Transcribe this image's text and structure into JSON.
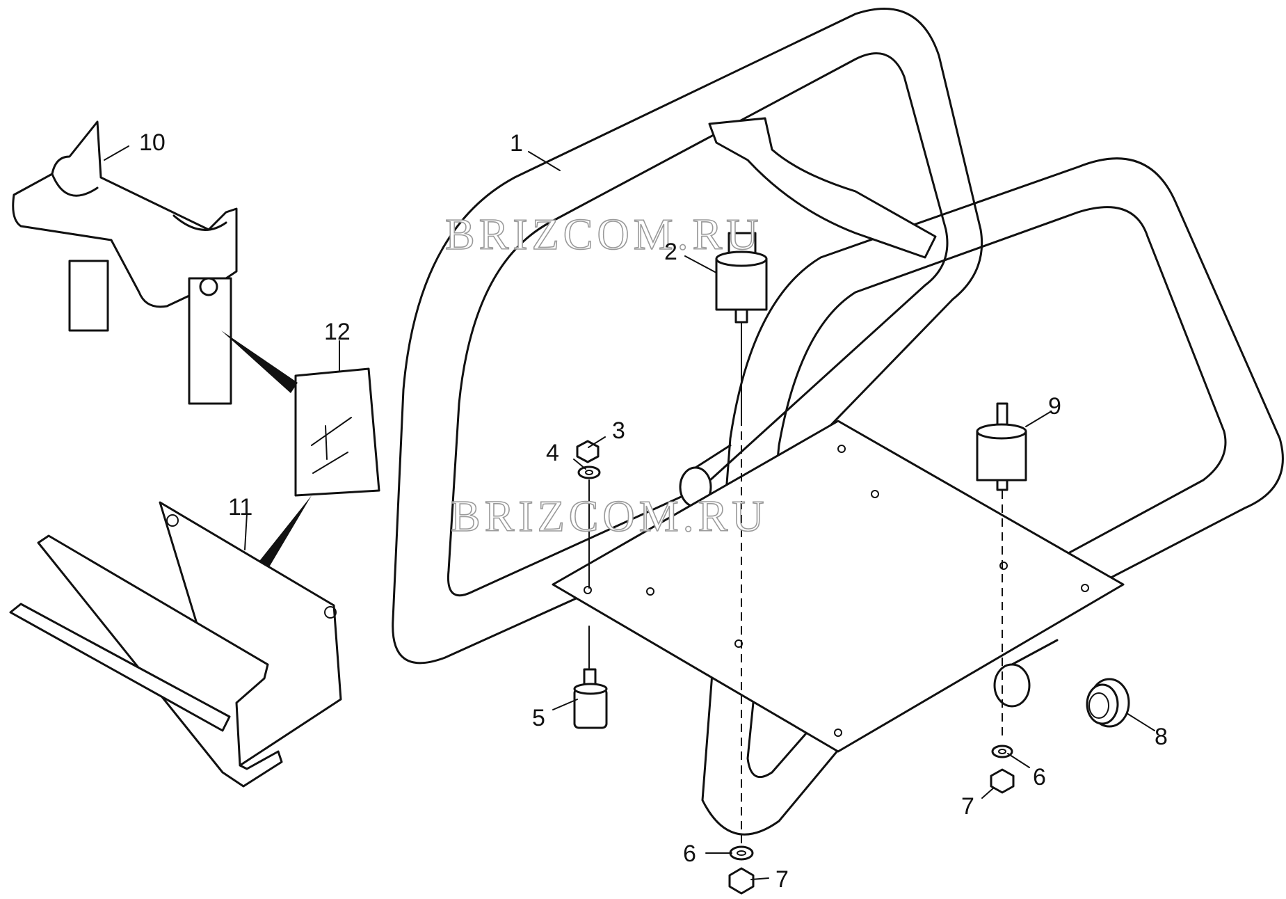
{
  "callouts": [
    {
      "id": "1",
      "text": "1"
    },
    {
      "id": "2",
      "text": "2"
    },
    {
      "id": "3",
      "text": "3"
    },
    {
      "id": "4",
      "text": "4"
    },
    {
      "id": "5",
      "text": "5"
    },
    {
      "id": "6a",
      "text": "6"
    },
    {
      "id": "6b",
      "text": "6"
    },
    {
      "id": "7a",
      "text": "7"
    },
    {
      "id": "7b",
      "text": "7"
    },
    {
      "id": "8",
      "text": "8"
    },
    {
      "id": "9",
      "text": "9"
    },
    {
      "id": "10",
      "text": "10"
    },
    {
      "id": "11",
      "text": "11"
    },
    {
      "id": "12",
      "text": "12"
    }
  ],
  "watermarks": [
    "BRIZCOM.RU",
    "BRIZCOM.RU"
  ],
  "colors": {
    "line": "#111111",
    "background": "#ffffff",
    "watermark_outline": "#9a9a9a"
  }
}
